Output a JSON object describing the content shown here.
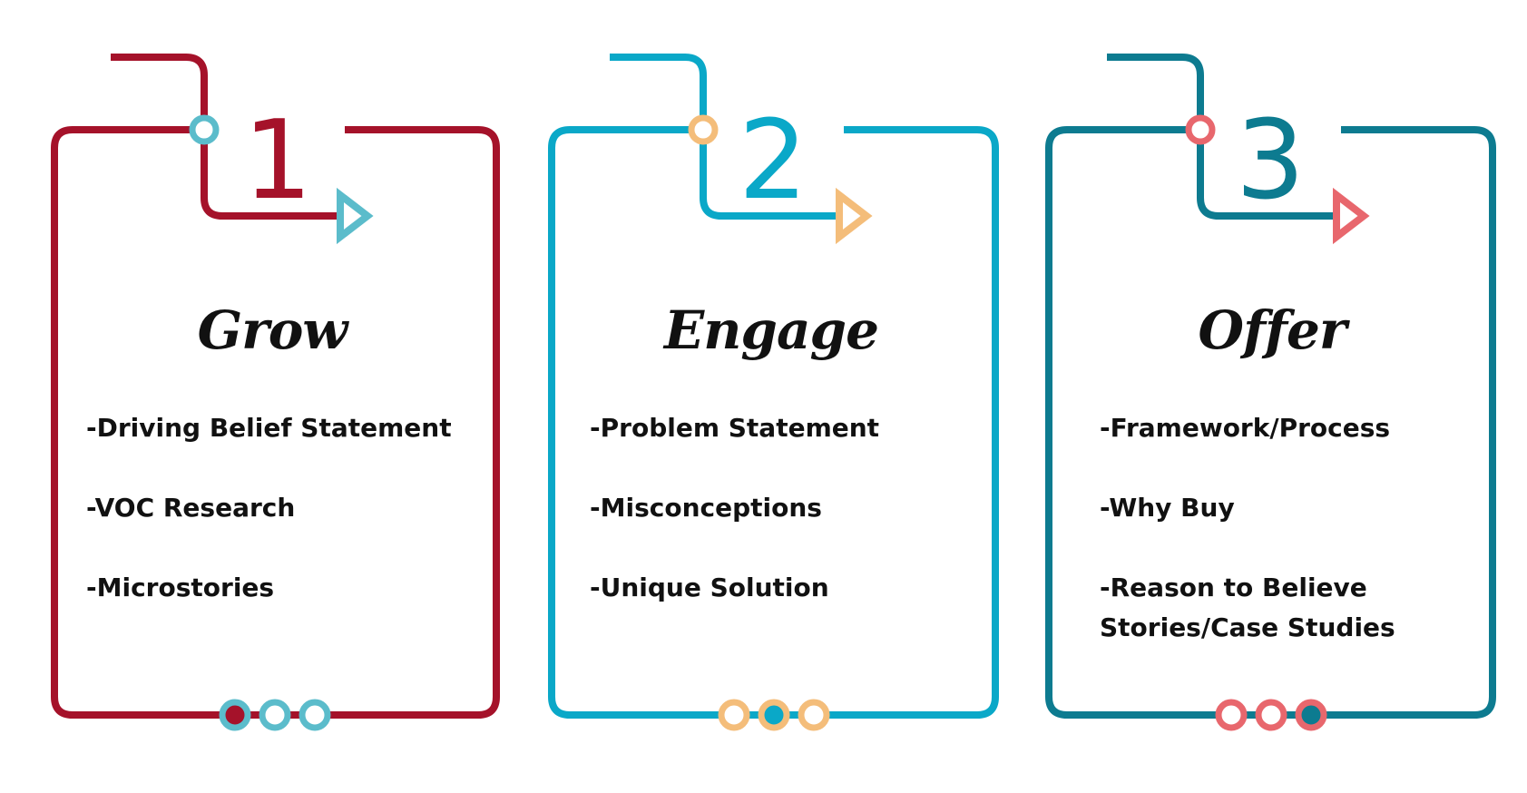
{
  "columns": [
    {
      "number": "1",
      "title": "Grow",
      "items": [
        "-Driving Belief Statement",
        "-VOC Research",
        "-Microstories"
      ],
      "colors": {
        "frame": "#a5122a",
        "accent": "#5bbccb"
      }
    },
    {
      "number": "2",
      "title": "Engage",
      "items": [
        "-Problem Statement",
        "-Misconceptions",
        "-Unique Solution"
      ],
      "colors": {
        "frame": "#0aa8c8",
        "accent": "#f4bd7a"
      }
    },
    {
      "number": "3",
      "title": "Offer",
      "items": [
        "-Framework/Process",
        "-Why Buy",
        "-Reason to Believe Stories/Case Studies"
      ],
      "colors": {
        "frame": "#0d7b90",
        "accent": "#e8676d"
      }
    }
  ]
}
